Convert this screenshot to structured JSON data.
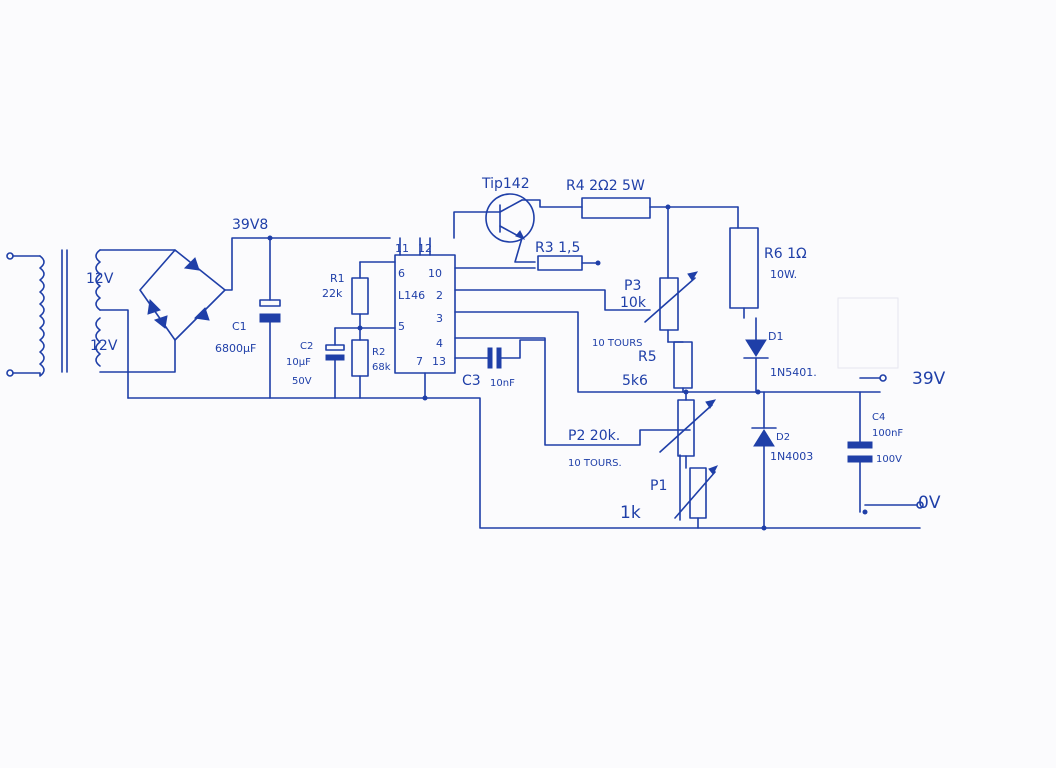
{
  "labels": {
    "transformer_v1": "12V",
    "transformer_v2": "12V",
    "node_top": "39V8",
    "c1_ref": "C1",
    "c1_val": "6800µF",
    "r1_ref": "R1",
    "r1_val": "22k",
    "c2_ref": "C2",
    "c2_val": "10µF",
    "c2_volt": "50V",
    "r2_ref": "R2",
    "r2_val": "68k",
    "ic_name": "L146",
    "pin11": "11",
    "pin12": "12",
    "pin6": "6",
    "pin10": "10",
    "pin2": "2",
    "pin5": "5",
    "pin3": "3",
    "pin4": "4",
    "pin7": "7",
    "pin13": "13",
    "c3_ref": "C3",
    "c3_val": "10nF",
    "q_name": "Tip142",
    "r4": "R4 2Ω2 5W",
    "r3": "R3 1,5",
    "r6_ref": "R6 1Ω",
    "r6_val": "10W.",
    "p3_ref": "P3",
    "p3_val": "10k",
    "p3_turns": "10 TOURS",
    "r5_ref": "R5",
    "r5_val": "5k6",
    "p2": "P2 20k.",
    "p2_turns": "10 TOURS.",
    "p1_ref": "P1",
    "p1_val": "1k",
    "d1_ref": "D1",
    "d1_val": "1N5401.",
    "d2_ref": "D2",
    "d2_val": "1N4003",
    "c4_ref": "C4",
    "c4_val": "100nF",
    "c4_volt": "100V",
    "out_pos": "39V",
    "out_neg": "0V"
  },
  "colors": {
    "ink": "#1f3fa8",
    "paper": "#fbfbfd"
  }
}
